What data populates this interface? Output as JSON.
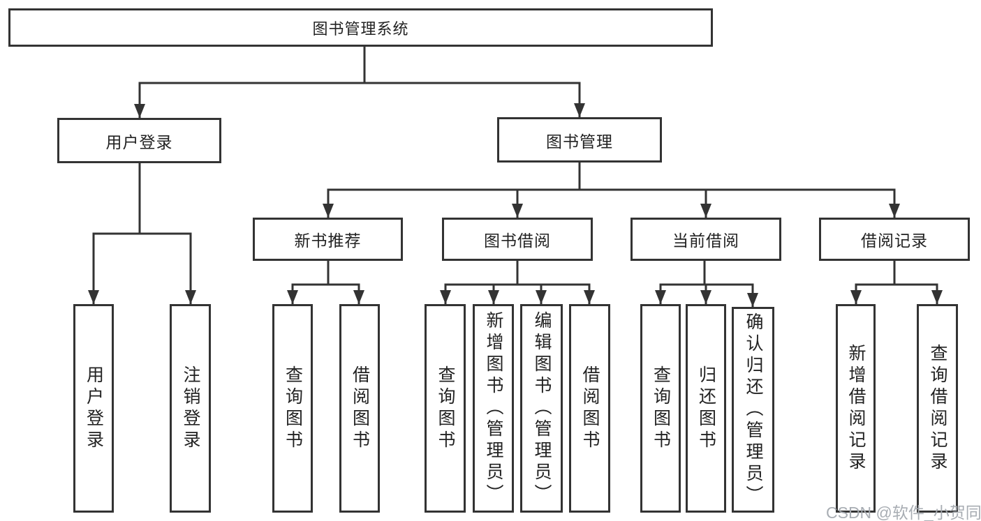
{
  "diagram_type": "functional-structure-chart",
  "colors": {
    "background": "#ffffff",
    "line": "#333333",
    "box_border": "#333333",
    "text": "#222222",
    "watermark": "#a4a9af"
  },
  "tree": {
    "label": "图书管理系统",
    "children": [
      {
        "label": "用户登录",
        "children": [
          {
            "label": "用户登录"
          },
          {
            "label": "注销登录"
          }
        ]
      },
      {
        "label": "图书管理",
        "children": [
          {
            "label": "新书推荐",
            "children": [
              {
                "label": "查询图书"
              },
              {
                "label": "借阅图书"
              }
            ]
          },
          {
            "label": "图书借阅",
            "children": [
              {
                "label": "查询图书"
              },
              {
                "label": "新增图书（管理员）"
              },
              {
                "label": "编辑图书（管理员）"
              },
              {
                "label": "借阅图书"
              }
            ]
          },
          {
            "label": "当前借阅",
            "children": [
              {
                "label": "查询图书"
              },
              {
                "label": "归还图书"
              },
              {
                "label": "确认归还（管理员）"
              }
            ]
          },
          {
            "label": "借阅记录",
            "children": [
              {
                "label": "新增借阅记录"
              },
              {
                "label": "查询借阅记录"
              }
            ]
          }
        ]
      }
    ]
  },
  "watermark": {
    "text": "CSDN @软件_小贺同学"
  }
}
